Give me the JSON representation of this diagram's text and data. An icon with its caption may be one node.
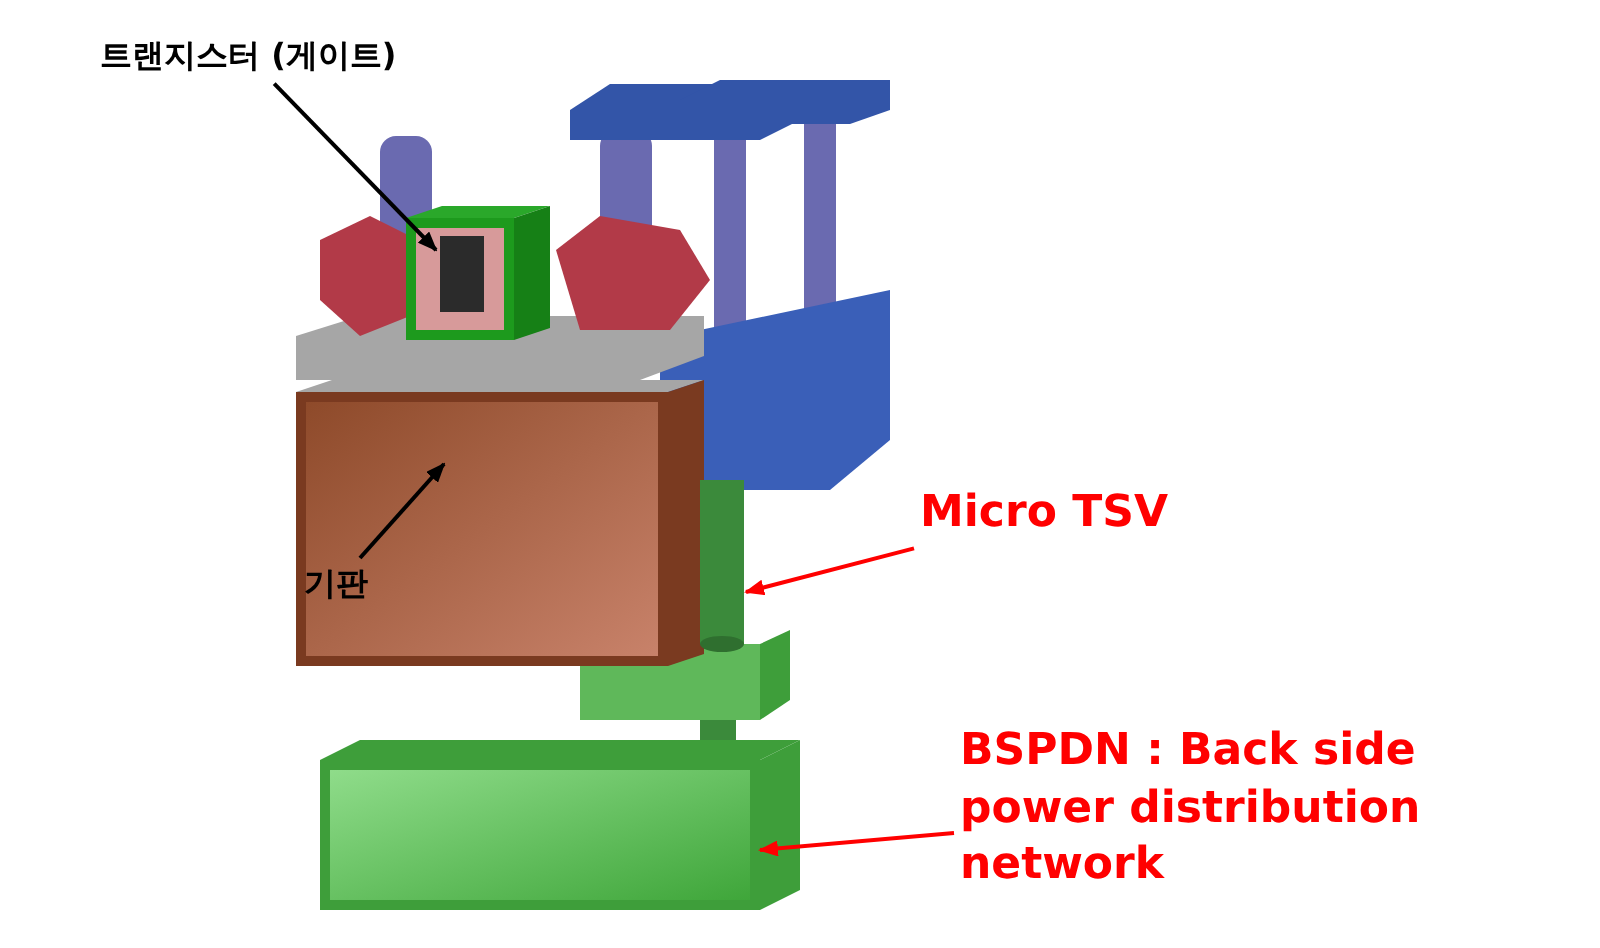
{
  "diagram": {
    "nodes": [
      {
        "text": [
          "트랜지스터 (게이트)"
        ]
      },
      {
        "text": [],
        "shape": "box"
      },
      {
        "text": [
          "기판"
        ],
        "in": 3
      },
      {
        "text": [],
        "shape": "box"
      },
      {
        "text": [
          "Micro TSV"
        ]
      },
      {
        "text": [],
        "shape": "cylinder"
      },
      {
        "text": [
          "BSPDN : Back side power distribution network"
        ]
      },
      {
        "text": [],
        "shape": "bar"
      }
    ],
    "edges": [
      {
        "from": 0,
        "to": 1,
        "arrow": "to"
      },
      {
        "from": 2,
        "to": 3,
        "arrow": "to"
      },
      {
        "from": 4,
        "to": 5,
        "arrow": "to",
        "color": "#ff0000"
      },
      {
        "from": 6,
        "to": 7,
        "arrow": "to",
        "color": "#ff0000"
      }
    ]
  }
}
